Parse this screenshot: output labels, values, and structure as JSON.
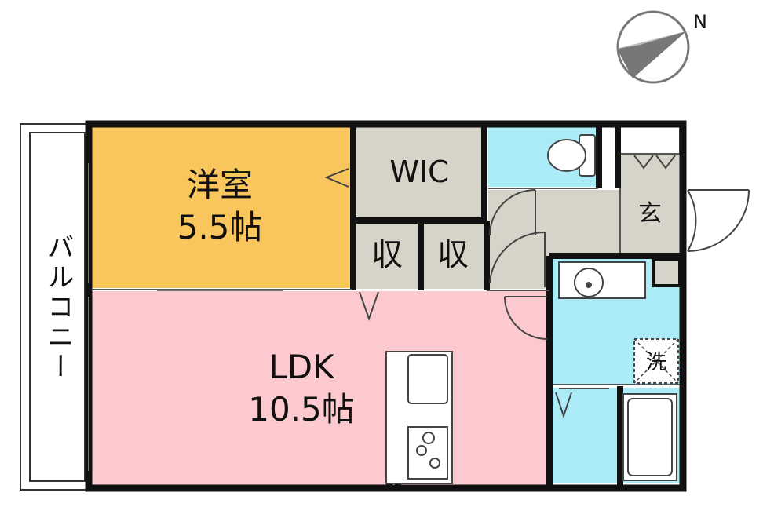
{
  "colors": {
    "wall": "#111111",
    "western_room": "#F9C55D",
    "ldk": "#FBC9CE",
    "storage": "#D6D4C8",
    "wet_area": "#ABEBF7",
    "outline": "#555555"
  },
  "compass": {
    "north_label": "N",
    "icon": "compass-icon"
  },
  "rooms": {
    "western_room": {
      "name": "洋室",
      "size": "5.5帖"
    },
    "ldk": {
      "name": "LDK",
      "size": "10.5帖"
    },
    "wic": {
      "name": "WIC"
    },
    "storage_1": {
      "name": "収"
    },
    "storage_2": {
      "name": "収"
    },
    "entrance": {
      "name": "玄"
    },
    "washer": {
      "name": "洗"
    },
    "balcony": {
      "name": "バルコニー"
    }
  }
}
